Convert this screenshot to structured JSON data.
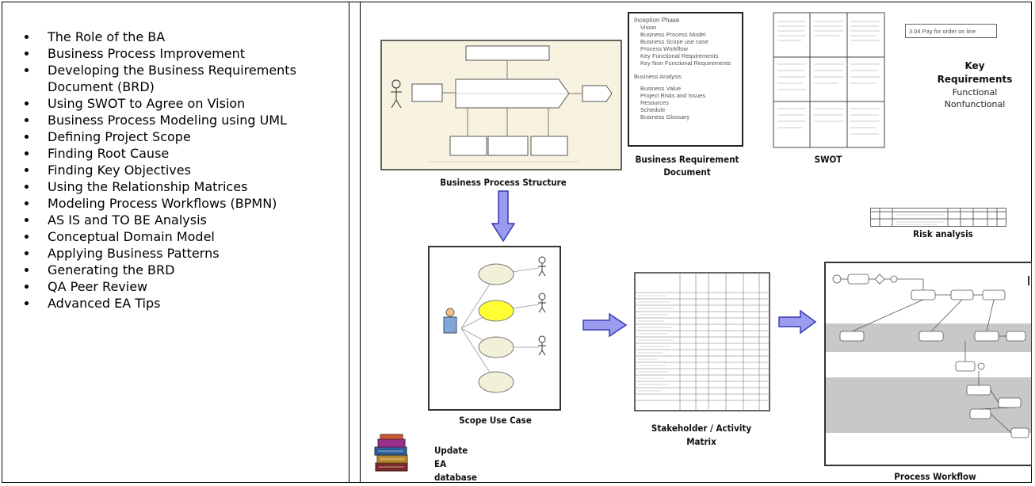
{
  "topics": [
    "The Role of the BA",
    "Business Process Improvement",
    "Developing the Business Requirements Document (BRD)",
    "Using SWOT to Agree on Vision",
    "Business Process Modeling using UML",
    "Defining Project Scope",
    "Finding Root Cause",
    "Finding Key Objectives",
    "Using the Relationship Matrices",
    "Modeling Process Workflows (BPMN)",
    "AS IS and TO BE Analysis",
    "Conceptual Domain Model",
    "Applying Business Patterns",
    "Generating the BRD",
    "QA Peer Review",
    "Advanced EA Tips"
  ],
  "captions": {
    "bps": "Business Process Structure",
    "brd": "Business Requirement Document",
    "swot": "SWOT",
    "key_req": "Key Requirements",
    "functional": "Functional",
    "nonfunctional": "Nonfunctional",
    "risk": "Risk analysis",
    "scope": "Scope Use Case",
    "stakeholder": "Stakeholder / Activity Matrix",
    "workflow": "Process Workflow",
    "update_ea": "Update EA database"
  },
  "brd_doc": {
    "lines1": [
      "Inception Phase",
      "Vision",
      "Business Process Model",
      "Business Scope use case",
      "Process Workflow",
      "Key Functional Requirements",
      "Key Non Functional Requirements"
    ],
    "lines2": [
      "Business Analysis",
      "Business Value",
      "Project Risks and Issues",
      "Resources",
      "Schedule",
      "Business Glossary"
    ]
  },
  "key_req_box": "3.04 Pay for order on line",
  "colors": {
    "arrow_fill": "#9b9bf0",
    "arrow_stroke": "#3a3ab0",
    "thumb_bg": "#f7f3e0",
    "oval": "#f2f0d8",
    "oval_highlight": "#ffff33"
  }
}
